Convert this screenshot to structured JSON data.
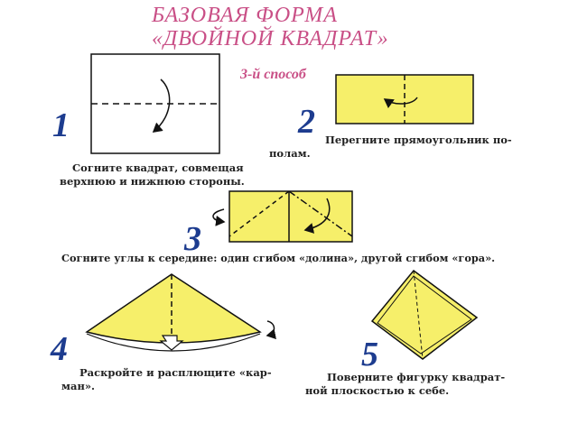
{
  "title": {
    "line1": "БАЗОВАЯ ФОРМА",
    "line2": "«ДВОЙНОЙ КВАДРАТ»"
  },
  "method": "3-й способ",
  "steps": [
    {
      "number": "1",
      "caption_lines": [
        "Согните   квадрат,   совмещая",
        "верхнюю и нижнюю стороны."
      ]
    },
    {
      "number": "2",
      "caption_lines": [
        "Перегните прямоугольник по-",
        "полам."
      ]
    },
    {
      "number": "3",
      "caption_lines": [
        "Согните углы к середине: один сгибом «долина», другой сгибом «гора»."
      ]
    },
    {
      "number": "4",
      "caption_lines": [
        "Раскройте и расплющите «кар-",
        "ман»."
      ]
    },
    {
      "number": "5",
      "caption_lines": [
        "Поверните фигурку квадрат-",
        "ной плоскостью к себе."
      ]
    }
  ],
  "colors": {
    "title": "#c94f86",
    "number": "#1d3c8f",
    "paper_yellow": "#f6ef6a",
    "line": "#111111"
  }
}
